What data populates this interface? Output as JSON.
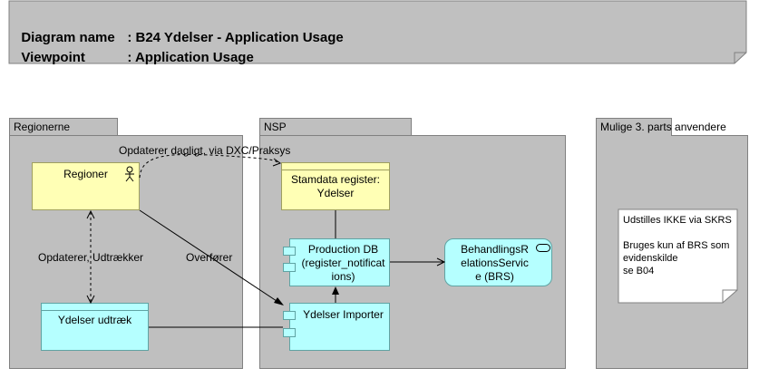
{
  "header": {
    "diagram_name_label": "Diagram name",
    "diagram_name_value": ": B24 Ydelser - Application Usage",
    "viewpoint_label": "Viewpoint",
    "viewpoint_value": ": Application Usage"
  },
  "groups": {
    "regionerne": "Regionerne",
    "nsp": "NSP",
    "third_party": "Mulige 3. parts anvendere"
  },
  "elements": {
    "regioner": "Regioner",
    "stamdata": "Stamdata register:\nYdelser",
    "production_db": "Production DB\n(register_notificat\nions)",
    "behandlings": "BehandlingsR\nelationsServic\ne (BRS)",
    "ydelser_udtraek": "Ydelser udtræk",
    "ydelser_importer": "Ydelser Importer"
  },
  "relations": {
    "opdaterer_dagligt": "Opdaterer dagligt, via DXC/Praksys",
    "opdaterer_udtraekker": "Opdaterer, Udtrækker",
    "overforer": "Overfører"
  },
  "note": {
    "text": "Udstilles IKKE via SKRS\n\nBruges kun af BRS som\nevidenskilde\nse B04"
  },
  "colors": {
    "business_actor": "#ffffb5",
    "application": "#b5ffff",
    "group": "#bfbfbf"
  }
}
